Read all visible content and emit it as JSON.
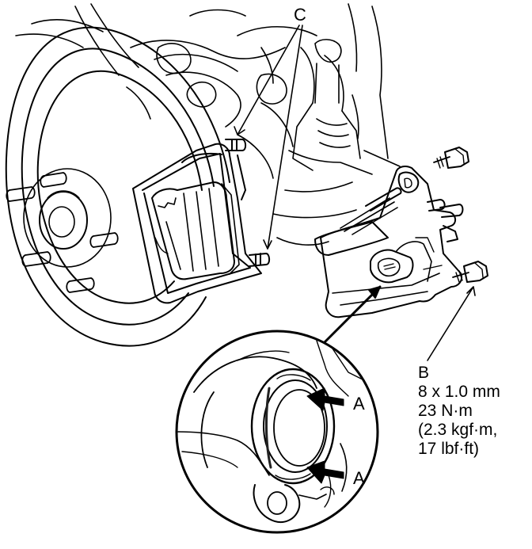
{
  "callouts": {
    "a_upper": "A",
    "a_lower": "A",
    "b": "B",
    "c": "C"
  },
  "fastener_spec": {
    "size": "8 x 1.0 mm",
    "torque_nm": "23 N·m",
    "torque_kgfm": "(2.3 kgf·m,",
    "torque_lbfft": "17 lbf·ft)"
  },
  "colors": {
    "line": "#000000",
    "background": "#ffffff",
    "shade": "#222222"
  }
}
